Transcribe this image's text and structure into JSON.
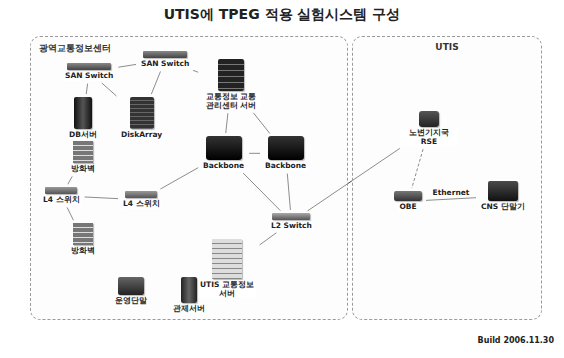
{
  "diagram": {
    "title": "UTIS에 TPEG 적용 실험시스템 구성",
    "nodes": [
      {
        "text": [
          "광역교통정보센터"
        ]
      },
      {
        "text": [
          "UTIS"
        ]
      },
      {
        "text": [
          "SAN Switch"
        ],
        "in": 0
      },
      {
        "text": [
          "SAN Switch"
        ],
        "in": 0
      },
      {
        "text": [
          "DB서버"
        ],
        "in": 0
      },
      {
        "text": [
          "DiskArray"
        ],
        "in": 0
      },
      {
        "text": [
          "교통정보 교통관리센터 서버"
        ],
        "in": 0
      },
      {
        "text": [
          "Backbone"
        ],
        "in": 0
      },
      {
        "text": [
          "Backbone"
        ],
        "in": 0
      },
      {
        "text": [
          "방화벽"
        ],
        "in": 0
      },
      {
        "text": [
          "L4 스위치"
        ],
        "in": 0
      },
      {
        "text": [
          "L4 스위치"
        ],
        "in": 0
      },
      {
        "text": [
          "방화벽"
        ],
        "in": 0
      },
      {
        "text": [
          "L2 Switch"
        ],
        "in": 0
      },
      {
        "text": [
          "UTIS 교통정보 서버"
        ],
        "in": 0
      },
      {
        "text": [
          "운영단말"
        ],
        "in": 0
      },
      {
        "text": [
          "관제서버"
        ],
        "in": 0
      },
      {
        "text": [
          "노변기지국 RSE"
        ],
        "in": 1
      },
      {
        "text": [
          "OBE"
        ],
        "in": 1
      },
      {
        "text": [
          "CNS 단말기"
        ],
        "in": 1
      }
    ],
    "edges": [
      {
        "from": 2,
        "to": 3,
        "arrow": "none"
      },
      {
        "from": 4,
        "to": 2,
        "arrow": "none"
      },
      {
        "from": 5,
        "to": 2,
        "arrow": "none"
      },
      {
        "from": 5,
        "to": 3,
        "arrow": "none"
      },
      {
        "from": 6,
        "to": 3,
        "arrow": "none"
      },
      {
        "from": 6,
        "to": 7,
        "arrow": "none"
      },
      {
        "from": 6,
        "to": 8,
        "arrow": "none"
      },
      {
        "from": 7,
        "to": 8,
        "arrow": "none"
      },
      {
        "from": 9,
        "to": 10,
        "arrow": "none"
      },
      {
        "from": 10,
        "to": 11,
        "arrow": "none"
      },
      {
        "from": 10,
        "to": 12,
        "arrow": "none"
      },
      {
        "from": 11,
        "to": 7,
        "arrow": "none"
      },
      {
        "from": 7,
        "to": 13,
        "arrow": "none"
      },
      {
        "from": 8,
        "to": 13,
        "arrow": "none"
      },
      {
        "from": 13,
        "to": 14,
        "arrow": "none"
      },
      {
        "from": 13,
        "to": 17,
        "arrow": "none"
      },
      {
        "from": 17,
        "to": 18,
        "arrow": "none"
      },
      {
        "from": 18,
        "to": 19,
        "label": "Ethernet",
        "arrow": "none"
      }
    ],
    "labels": [
      "Build 2006.11.30"
    ]
  }
}
